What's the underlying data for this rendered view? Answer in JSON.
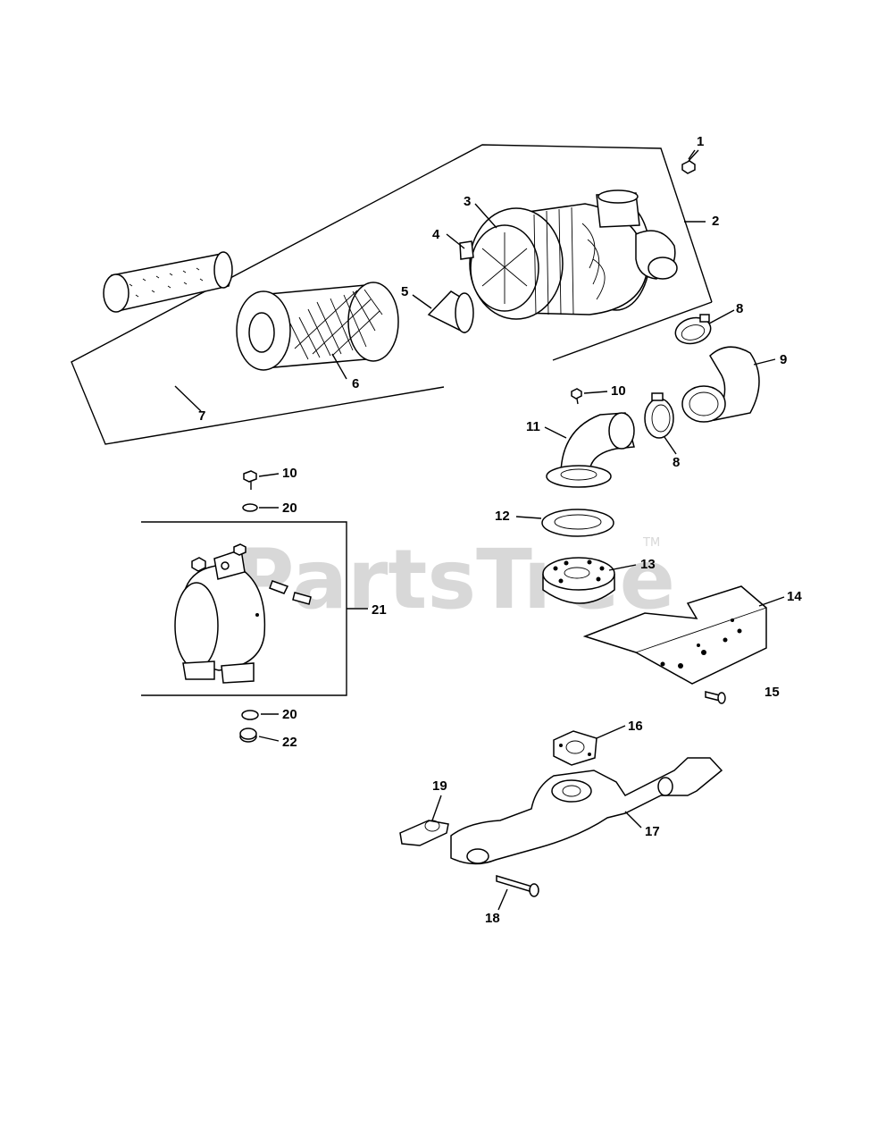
{
  "watermark": {
    "text": "PartsTree",
    "tm": "TM"
  },
  "callouts": {
    "c1": "1",
    "c2": "2",
    "c3": "3",
    "c4": "4",
    "c5": "5",
    "c6": "6",
    "c7": "7",
    "c8a": "8",
    "c8b": "8",
    "c9": "9",
    "c10a": "10",
    "c10b": "10",
    "c11": "11",
    "c12": "12",
    "c13": "13",
    "c14": "14",
    "c15": "15",
    "c16": "16",
    "c17": "17",
    "c18": "18",
    "c19": "19",
    "c20a": "20",
    "c20b": "20",
    "c21": "21",
    "c22": "22"
  }
}
